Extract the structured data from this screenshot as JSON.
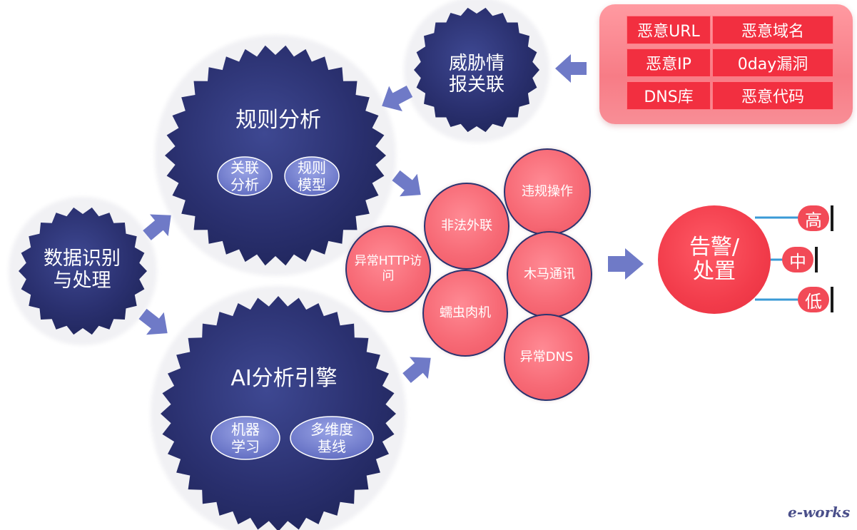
{
  "colors": {
    "gear": "#2a306f",
    "gear_highlight": "#3e4892",
    "pill": "#6b77c9",
    "arrow": "#6f7ac7",
    "threat_circle": "#f76a76",
    "alert": "#f23c4b",
    "intel_cell": "#f22f40",
    "line": "#3a9ad6"
  },
  "nodes": {
    "data_processing": "数据识别\n与处理",
    "threat_intel": "威胁情\n报关联",
    "rule_analysis": {
      "title": "规则分析",
      "items": [
        "关联\n分析",
        "规则\n模型"
      ]
    },
    "ai_engine": {
      "title": "AI分析引擎",
      "items": [
        "机器\n学习",
        "多维度\n基线"
      ]
    },
    "alert": "告警/\n处置"
  },
  "intel_sources": [
    "恶意URL",
    "恶意域名",
    "恶意IP",
    "0day漏洞",
    "DNS库",
    "恶意代码"
  ],
  "threats": [
    "违规操作",
    "非法外联",
    "异常HTTP访\n问",
    "木马通讯",
    "蠕虫肉机",
    "异常DNS"
  ],
  "levels": [
    "高",
    "中",
    "低"
  ],
  "logo": "e-works"
}
